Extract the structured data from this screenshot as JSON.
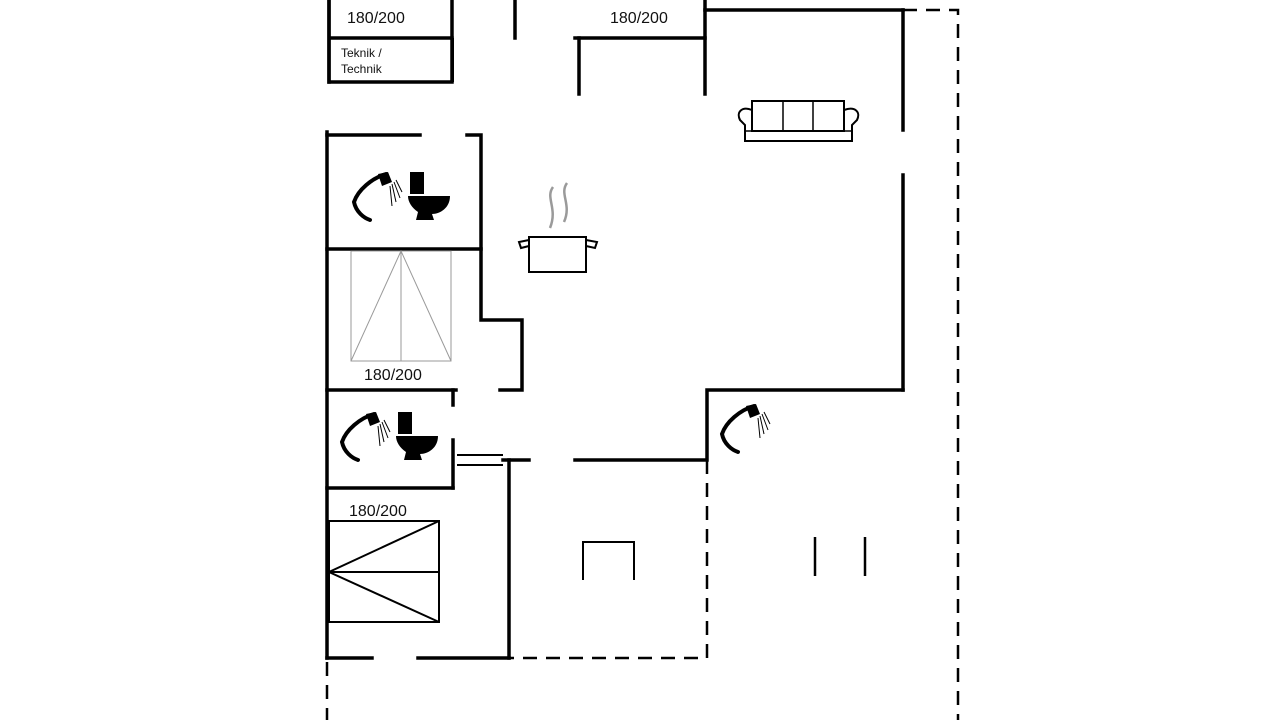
{
  "labels": {
    "bed_top_left": "180/200",
    "bed_top_right": "180/200",
    "technik_1": "Teknik /",
    "technik_2": "Technik",
    "bed_middle": "180/200",
    "bed_bottom": "180/200"
  },
  "icons": [
    "shower-icon",
    "toilet-icon",
    "cooking-pot-icon",
    "sofa-icon",
    "outdoor-shower-icon",
    "bed-icon"
  ],
  "colors": {
    "wall": "#000000",
    "background": "#ffffff",
    "bed_line": "#9a9a9a"
  }
}
